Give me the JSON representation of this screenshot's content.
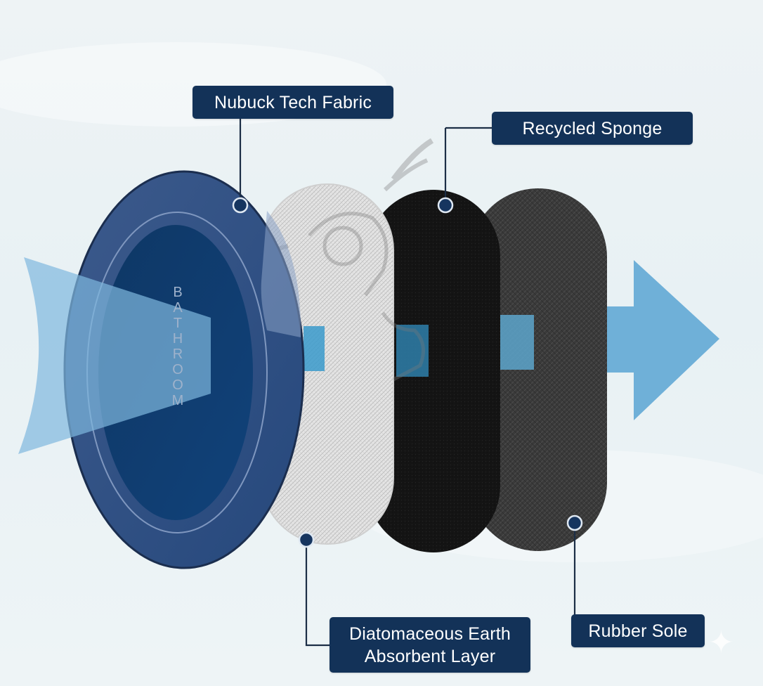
{
  "labels": {
    "nubuck": "Nubuck Tech Fabric",
    "sponge": "Recycled Sponge",
    "diatom_line1": "Diatomaceous Earth",
    "diatom_line2": "Absorbent Layer",
    "rubber": "Rubber Sole"
  },
  "mat_text": "BATHROOM",
  "colors": {
    "label_bg": "#133258",
    "label_text": "#ffffff",
    "arrow": "#6fb0d8",
    "leader_line": "#1c2e46",
    "fabric_outer": "#2f4d82",
    "fabric_inner": "#0f3b6d",
    "diatom_layer": "#e2e2e2",
    "sponge_layer": "#151515",
    "rubber_layer": "#3b3b3b"
  },
  "icons": [
    "sparkle-icon",
    "watermark-logo"
  ]
}
